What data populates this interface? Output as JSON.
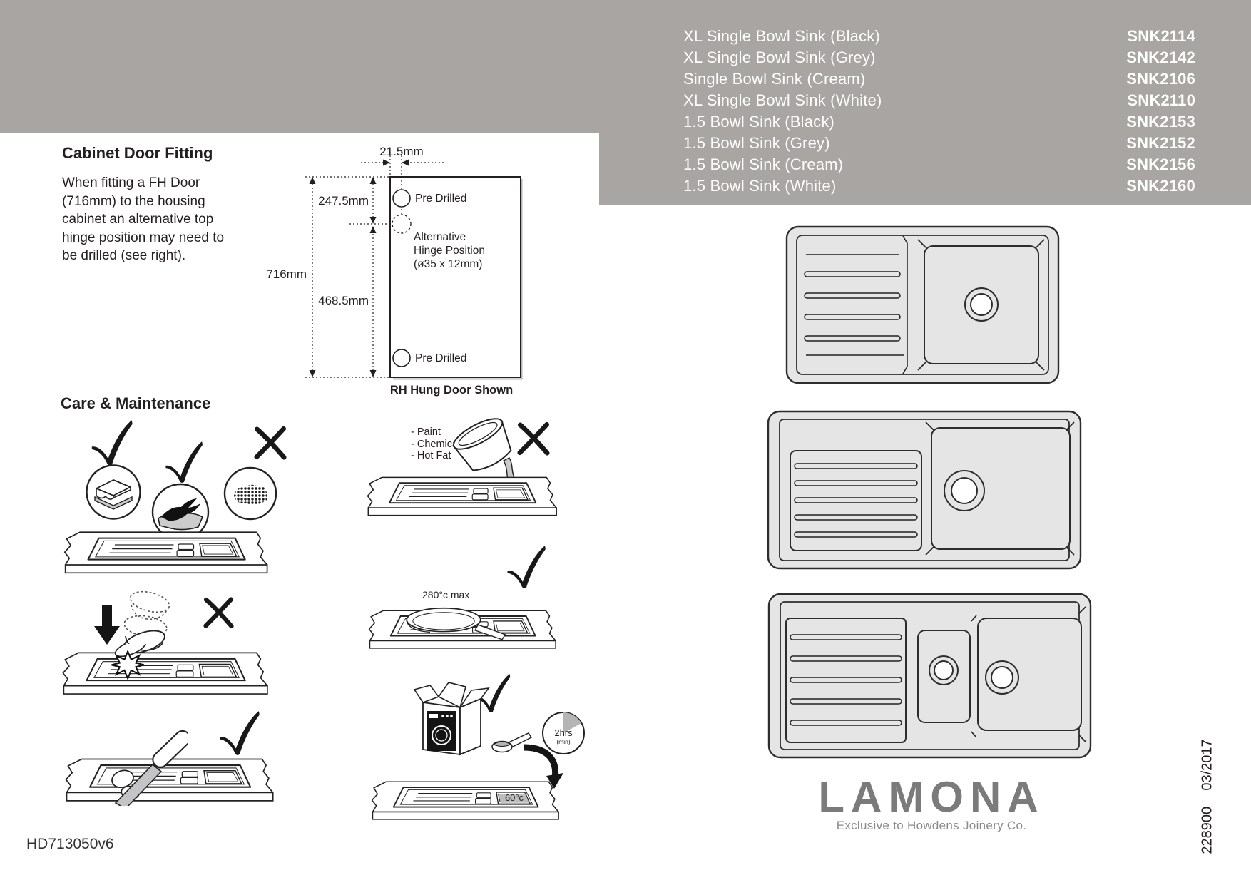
{
  "banner": {
    "products": [
      {
        "name": "XL Single Bowl Sink (Black)",
        "code": "SNK2114"
      },
      {
        "name": "XL Single Bowl Sink (Grey)",
        "code": "SNK2142"
      },
      {
        "name": "Single Bowl Sink (Cream)",
        "code": "SNK2106"
      },
      {
        "name": "XL Single Bowl Sink (White)",
        "code": "SNK2110"
      },
      {
        "name": "1.5 Bowl Sink (Black)",
        "code": "SNK2153"
      },
      {
        "name": "1.5 Bowl Sink (Grey)",
        "code": "SNK2152"
      },
      {
        "name": "1.5 Bowl Sink (Cream)",
        "code": "SNK2156"
      },
      {
        "name": "1.5 Bowl Sink (White)",
        "code": "SNK2160"
      }
    ]
  },
  "door_fitting": {
    "title": "Cabinet Door Fitting",
    "body": "When fitting a FH Door\n(716mm) to the housing\ncabinet an alternative top\nhinge position may need to\nbe drilled (see right).",
    "dims": {
      "width_offset": "21.5mm",
      "top": "247.5mm",
      "door_height": "716mm",
      "bottom": "468.5mm"
    },
    "labels": {
      "pre_drilled_top": "Pre Drilled",
      "alt_line1": "Alternative",
      "alt_line2": "Hinge Position",
      "alt_line3": "(ø35 x 12mm)",
      "pre_drilled_bottom": "Pre Drilled",
      "caption": "RH Hung Door Shown"
    }
  },
  "care": {
    "title": "Care & Maintenance",
    "avoid_list": "- Paint\n- Chemicals\n- Hot Fat",
    "pan_temp": "280°c max",
    "timer_value": "2hrs",
    "timer_unit": "(min)",
    "water_temp": "60°c"
  },
  "footer": {
    "doc_code": "HD713050v6",
    "brand": "LAMONA",
    "tagline": "Exclusive to Howdens Joinery Co.",
    "print_code": "228900    03/2017"
  },
  "colors": {
    "banner_grey": "#a8a5a3",
    "sink_fill": "#e5e5e6",
    "brand_grey": "#7b7b7b",
    "ink": "#231f20"
  }
}
